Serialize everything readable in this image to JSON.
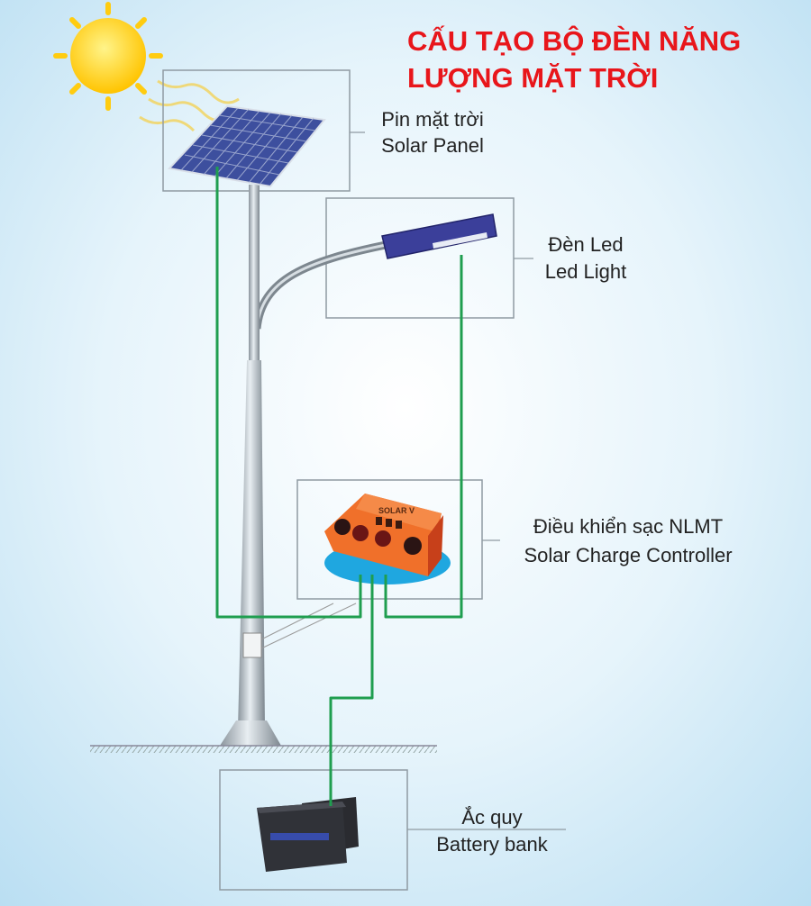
{
  "title": {
    "line1": "CẤU TẠO BỘ ĐÈN NĂNG",
    "line2": "LƯỢNG MẶT TRỜI",
    "color": "#e8161b"
  },
  "components": [
    {
      "vi": "Pin mặt trời",
      "en": "Solar Panel"
    },
    {
      "vi": "Đèn Led",
      "en": "Led Light"
    },
    {
      "vi": "Điều khiển sạc NLMT",
      "en": "Solar Charge Controller"
    },
    {
      "vi": "Ắc quy",
      "en": "Battery bank"
    }
  ],
  "colors": {
    "wire": "#1f9e4f",
    "background": "#d3ebf7",
    "panel": "#3c4a9a",
    "controller": "#f0702a",
    "sun": "#ffd21a"
  }
}
